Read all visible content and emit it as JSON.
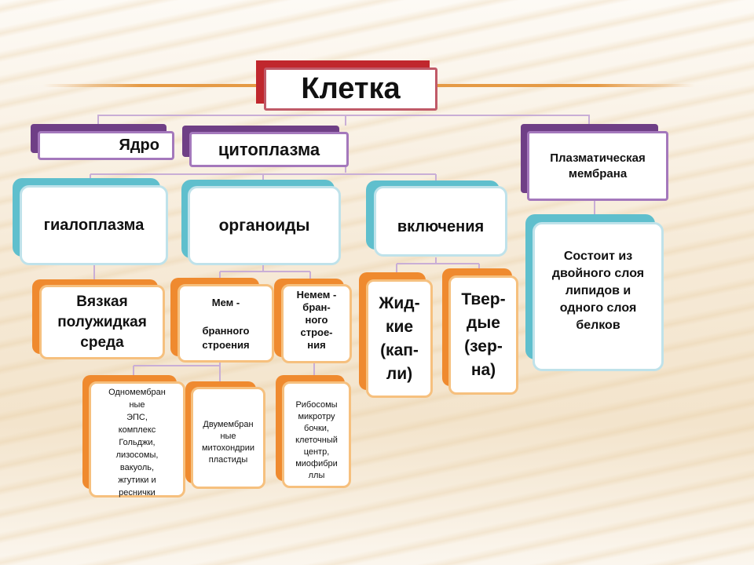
{
  "root": {
    "label": "Клетка"
  },
  "level1": {
    "nucleus": "Ядро",
    "cytoplasm": "цитоплазма",
    "membrane": "Плазматическая\nмембрана"
  },
  "level2": {
    "hyaloplasm": "гиалоплазма",
    "organoids": "органоиды",
    "inclusions": "включения",
    "membrane_desc": "Состоит из\nдвойного слоя\nлипидов и\nодного слоя\nбелков"
  },
  "level3": {
    "hyaloplasm_desc": "Вязкая\nполужидкая\nсреда",
    "membranous": "Мем -\n\nбранного\nстроения",
    "non_membranous": "Немем -\nбран-\nного\nстрое-\nния",
    "liquid": "Жид-\nкие\n(кап-\nли)",
    "solid": "Твер-\nдые\n(зер-\nна)"
  },
  "level4": {
    "single_membrane": "Одномембран\nные\n        ЭПС,\nкомплекс\nГольджи,\nлизосомы,\nвакуоль,\nжгутики и\nреснички",
    "double_membrane": "Двумембран\nные\nмитохондрии\nпластиды",
    "non_membrane_list": "Рибосомы\nмикротру\nбочки,\nклеточный\nцентр,\nмиофибри\nллы"
  },
  "colors": {
    "red": "#c0272d",
    "purple": "#6f3f86",
    "teal": "#5fbfcd",
    "orange": "#ef8a2f",
    "connector": "#c9aed6"
  }
}
